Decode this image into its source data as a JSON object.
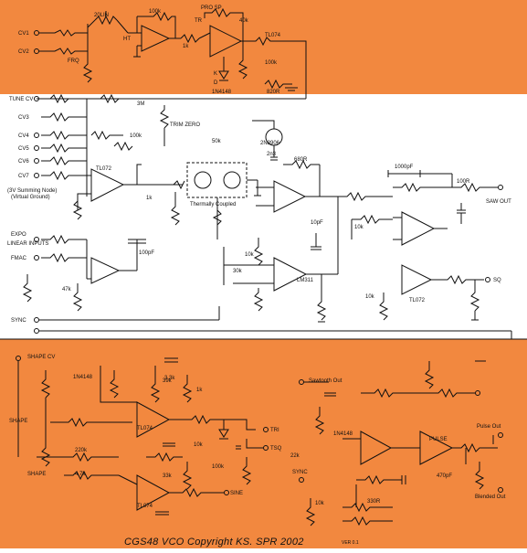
{
  "colors": {
    "panel": "#f2883f",
    "background": "#ffffff",
    "ink": "#111111"
  },
  "title": {
    "main": "CGS48   VCO Copyright  KS.  SPR 2002",
    "version": "VER 0.1"
  },
  "top_panel": {
    "labels": [
      "20LIN",
      "100k",
      "PRO SP",
      "TR",
      "40k",
      "CV1",
      "CV2",
      "FRQ",
      "HT",
      "1k",
      "TL074",
      "100k",
      "K",
      "D",
      "1N4148",
      "820R"
    ]
  },
  "mid_panel": {
    "inputs": [
      "TUNE CV",
      "CV3",
      "CV4",
      "CV5",
      "CV6",
      "CV7",
      "EXPO",
      "LINEAR INPUTS",
      "FMAC"
    ],
    "annotations": [
      "(3V Summing Node)",
      "(Virtual Ground)",
      "Thermally Coupled",
      "TRIM ZERO",
      "2N3906",
      "2n3",
      "680R",
      "LM311",
      "TL072",
      "TL072",
      "SAW OUT",
      "SQ",
      "SYNC",
      "3M",
      "100k",
      "1k",
      "47k",
      "30k",
      "10k",
      "10pF",
      "100pF",
      "1000pF",
      "50k",
      "10k",
      "100R",
      "10k"
    ]
  },
  "bottom_panel": {
    "labels": [
      "SHAPE CV",
      "SHAPE",
      "SHAPE",
      "1N4148",
      "TL074",
      "TL074",
      "TRI",
      "SINE",
      "TSQ",
      "PULSE",
      "Pulse Out",
      "Sawtooth Out",
      "Blended Out",
      "100k",
      "10k",
      "39k",
      "33k",
      "3.3k",
      "1k",
      "220k",
      "22k",
      "470pF",
      "1N4148",
      "SYNC",
      "10k",
      "4.7k",
      "330R"
    ]
  }
}
